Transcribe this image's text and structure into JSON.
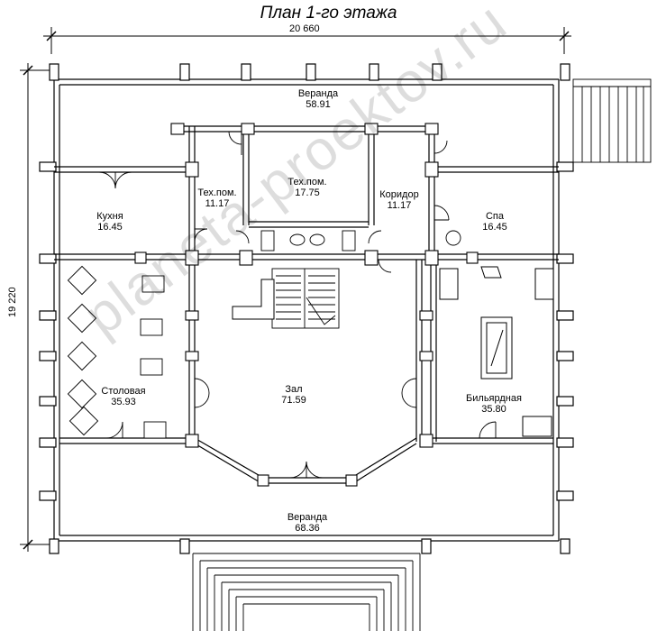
{
  "title": "План 1-го этажа",
  "dimensions": {
    "width": "20 660",
    "height": "19 220"
  },
  "rooms": [
    {
      "name": "Веранда",
      "area": "58.91"
    },
    {
      "name": "Тех.пом.",
      "area": "17.75"
    },
    {
      "name": "Тех.пом.",
      "area": "11.17"
    },
    {
      "name": "Коридор",
      "area": "11.17"
    },
    {
      "name": "Кухня",
      "area": "16.45"
    },
    {
      "name": "Спа",
      "area": "16.45"
    },
    {
      "name": "Столовая",
      "area": "35.93"
    },
    {
      "name": "Зал",
      "area": "71.59"
    },
    {
      "name": "Бильярдная",
      "area": "35.80"
    },
    {
      "name": "Веранда",
      "area": "68.36"
    }
  ],
  "watermark": "planeta-proektov.ru"
}
